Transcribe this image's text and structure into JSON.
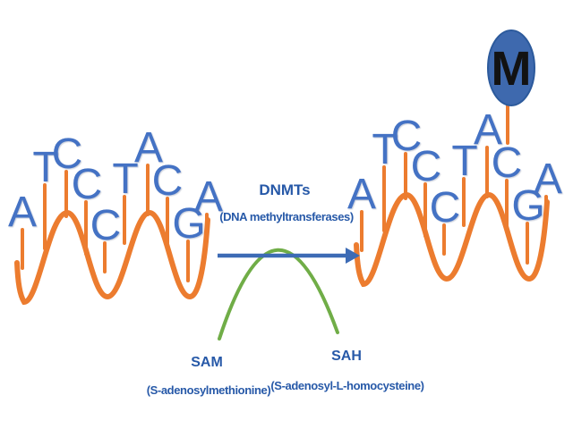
{
  "colors": {
    "strand_orange": "#EC7C2F",
    "base_blue": "#4472C4",
    "label_blue": "#2759A8",
    "arrow_blue": "#3D6BB5",
    "green": "#70AD47",
    "methyl_fill": "#3E69AE",
    "methyl_border": "#2C5A9C"
  },
  "left_strand": {
    "sequence": [
      "A",
      "T",
      "C",
      "C",
      "C",
      "T",
      "A",
      "C",
      "G",
      "A"
    ]
  },
  "right_strand": {
    "sequence": [
      "A",
      "T",
      "C",
      "C",
      "C",
      "T",
      "A",
      "C",
      "G",
      "A"
    ],
    "methyl_label": "M"
  },
  "enzyme": {
    "name": "DNMTs",
    "full_name": "(DNA methyltransferases)"
  },
  "cofactors": {
    "sam": {
      "abbr": "SAM",
      "full": "(S-adenosylmethionine)"
    },
    "sah": {
      "abbr": "SAH",
      "full": "(S-adenosyl-L-homocysteine)"
    }
  }
}
